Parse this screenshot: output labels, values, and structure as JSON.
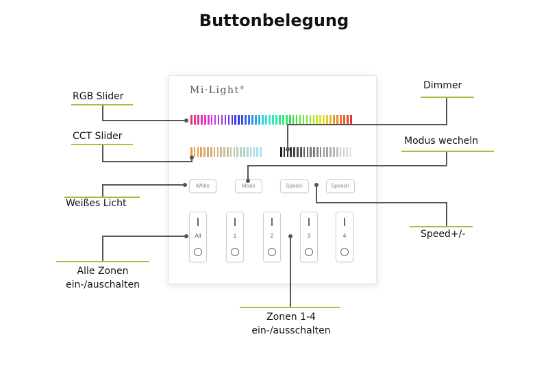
{
  "title": "Buttonbelegung",
  "panel": {
    "brand": "Mi·Light",
    "brand_mark": "®",
    "buttons": {
      "white": "White",
      "mode": "Mode",
      "speed_minus": "Speed-",
      "speed_plus": "Speed+"
    },
    "zones": [
      "All",
      "1",
      "2",
      "3",
      "4"
    ]
  },
  "labels": {
    "rgb_slider": "RGB Slider",
    "cct_slider": "CCT Slider",
    "dimmer": "Dimmer",
    "modus": "Modus wecheln",
    "weisses_licht": "Weißes Licht",
    "speed": "Speed+/-",
    "alle_zonen_1": "Alle Zonen",
    "alle_zonen_2": "ein-/auschalten",
    "zonen_1": "Zonen 1-4",
    "zonen_2": "ein-/ausschalten"
  },
  "colors": {
    "accent": "#9bc53d",
    "leader": "#555555"
  }
}
